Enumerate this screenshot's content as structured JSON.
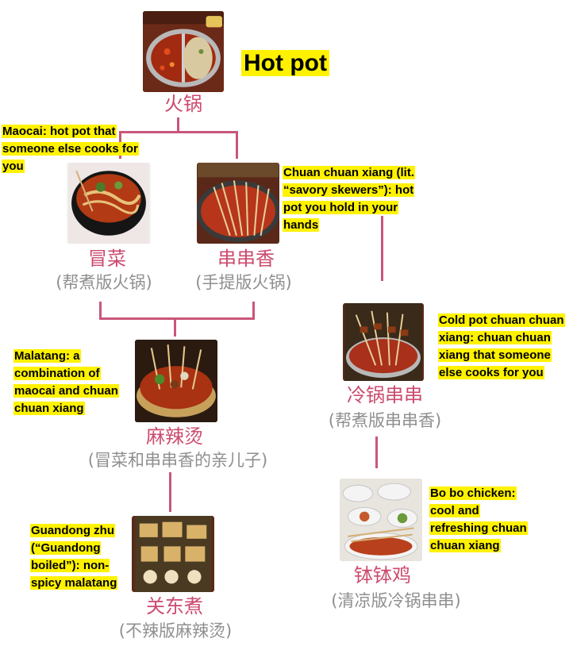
{
  "title": "Hot pot",
  "nodes": {
    "hotpot": {
      "zh": "火锅"
    },
    "maocai": {
      "zh": "冒菜",
      "zh_sub": "(帮煮版火锅)",
      "caption": "Maocai: hot pot that someone else cooks for you"
    },
    "chuanchuan": {
      "zh": "串串香",
      "zh_sub": "(手提版火锅)",
      "caption": "Chuan chuan xiang (lit. “savory skewers”): hot pot you hold in your hands"
    },
    "malatang": {
      "zh": "麻辣烫",
      "zh_sub": "(冒菜和串串香的亲儿子)",
      "caption": "Malatang: a combination of maocai and chuan chuan xiang"
    },
    "coldpot": {
      "zh": "冷锅串串",
      "zh_sub": "(帮煮版串串香)",
      "caption": "Cold pot chuan chuan xiang: chuan chuan xiang that someone else cooks for you"
    },
    "guandong": {
      "zh": "关东煮",
      "zh_sub": "(不辣版麻辣烫)",
      "caption": "Guandong zhu (“Guandong boiled”): non-spicy malatang"
    },
    "bobo": {
      "zh": "钵钵鸡",
      "zh_sub": "(清凉版冷锅串串)",
      "caption": "Bo bo chicken: cool and refreshing chuan chuan xiang"
    }
  },
  "colors": {
    "connector": "#c9567a",
    "chinese_label": "#cc4a6e",
    "chinese_sub": "#8f8f8f",
    "caption_highlight": "#fff200"
  }
}
